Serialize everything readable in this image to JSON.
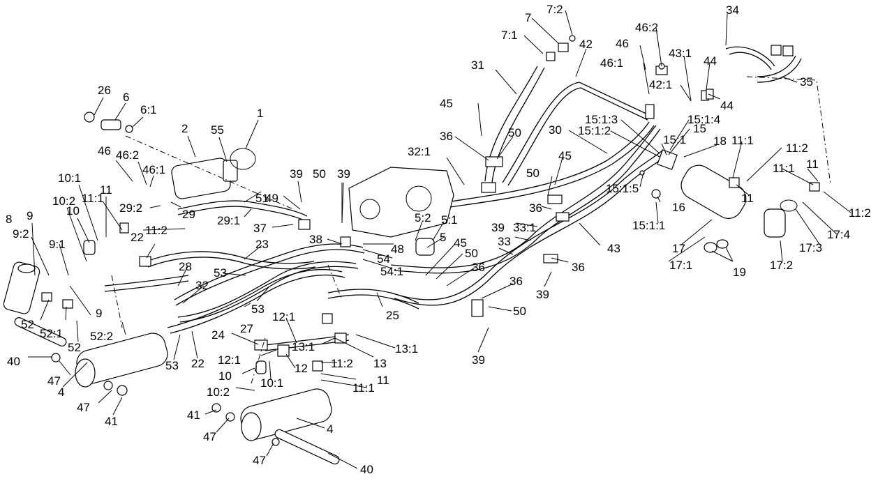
{
  "callouts": [
    {
      "id": "c-1",
      "text": "1"
    },
    {
      "id": "c-2",
      "text": "2"
    },
    {
      "id": "c-55",
      "text": "55"
    },
    {
      "id": "c-26",
      "text": "26"
    },
    {
      "id": "c-6",
      "text": "6"
    },
    {
      "id": "c-6-1",
      "text": "6:1"
    },
    {
      "id": "c-46a",
      "text": "46"
    },
    {
      "id": "c-46-2a",
      "text": "46:2"
    },
    {
      "id": "c-46-1a",
      "text": "46:1"
    },
    {
      "id": "c-29-2",
      "text": "29:2"
    },
    {
      "id": "c-29",
      "text": "29"
    },
    {
      "id": "c-29-1",
      "text": "29:1"
    },
    {
      "id": "c-51",
      "text": "51"
    },
    {
      "id": "c-39a",
      "text": "39"
    },
    {
      "id": "c-49",
      "text": "49"
    },
    {
      "id": "c-37",
      "text": "37"
    },
    {
      "id": "c-50a",
      "text": "50"
    },
    {
      "id": "c-39b",
      "text": "39"
    },
    {
      "id": "c-38",
      "text": "38"
    },
    {
      "id": "c-10-1a",
      "text": "10:1"
    },
    {
      "id": "c-11a",
      "text": "11"
    },
    {
      "id": "c-10-2a",
      "text": "10:2"
    },
    {
      "id": "c-11-1a",
      "text": "11:1"
    },
    {
      "id": "c-9a",
      "text": "9"
    },
    {
      "id": "c-10a",
      "text": "10"
    },
    {
      "id": "c-8",
      "text": "8"
    },
    {
      "id": "c-9-2",
      "text": "9:2"
    },
    {
      "id": "c-9-1",
      "text": "9:1"
    },
    {
      "id": "c-11-2a",
      "text": "11:2"
    },
    {
      "id": "c-22a",
      "text": "22"
    },
    {
      "id": "c-23",
      "text": "23"
    },
    {
      "id": "c-28",
      "text": "28"
    },
    {
      "id": "c-53a",
      "text": "53"
    },
    {
      "id": "c-32",
      "text": "32"
    },
    {
      "id": "c-9b",
      "text": "9"
    },
    {
      "id": "c-52a",
      "text": "52"
    },
    {
      "id": "c-52-1",
      "text": "52:1"
    },
    {
      "id": "c-52b",
      "text": "52"
    },
    {
      "id": "c-52-2",
      "text": "52:2"
    },
    {
      "id": "c-53b",
      "text": "53"
    },
    {
      "id": "c-27",
      "text": "27"
    },
    {
      "id": "c-53c",
      "text": "53"
    },
    {
      "id": "c-22b",
      "text": "22"
    },
    {
      "id": "c-40a",
      "text": "40"
    },
    {
      "id": "c-47a",
      "text": "47"
    },
    {
      "id": "c-4a",
      "text": "4"
    },
    {
      "id": "c-47b",
      "text": "47"
    },
    {
      "id": "c-41a",
      "text": "41"
    },
    {
      "id": "c-24",
      "text": "24"
    },
    {
      "id": "c-12-1a",
      "text": "12:1"
    },
    {
      "id": "c-12-1b",
      "text": "12:1"
    },
    {
      "id": "c-10b",
      "text": "10"
    },
    {
      "id": "c-10-1b",
      "text": "10:1"
    },
    {
      "id": "c-12",
      "text": "12"
    },
    {
      "id": "c-10-2b",
      "text": "10:2"
    },
    {
      "id": "c-13-1a",
      "text": "13:1"
    },
    {
      "id": "c-13",
      "text": "13"
    },
    {
      "id": "c-13-1b",
      "text": "13:1"
    },
    {
      "id": "c-11-2b",
      "text": "11:2"
    },
    {
      "id": "c-11b",
      "text": "11"
    },
    {
      "id": "c-11-1b",
      "text": "11:1"
    },
    {
      "id": "c-41b",
      "text": "41"
    },
    {
      "id": "c-47c",
      "text": "47"
    },
    {
      "id": "c-4b",
      "text": "4"
    },
    {
      "id": "c-47d",
      "text": "47"
    },
    {
      "id": "c-40b",
      "text": "40"
    },
    {
      "id": "c-25",
      "text": "25"
    },
    {
      "id": "c-5-2",
      "text": "5:2"
    },
    {
      "id": "c-5-1",
      "text": "5:1"
    },
    {
      "id": "c-5",
      "text": "5"
    },
    {
      "id": "c-48",
      "text": "48"
    },
    {
      "id": "c-54",
      "text": "54"
    },
    {
      "id": "c-54-1",
      "text": "54:1"
    },
    {
      "id": "c-45a",
      "text": "45"
    },
    {
      "id": "c-50b",
      "text": "50"
    },
    {
      "id": "c-36a",
      "text": "36"
    },
    {
      "id": "c-36b",
      "text": "36"
    },
    {
      "id": "c-50c",
      "text": "50"
    },
    {
      "id": "c-39c",
      "text": "39"
    },
    {
      "id": "c-32-1",
      "text": "32:1"
    },
    {
      "id": "c-36c",
      "text": "36"
    },
    {
      "id": "c-50d",
      "text": "50"
    },
    {
      "id": "c-45b",
      "text": "45"
    },
    {
      "id": "c-31",
      "text": "31"
    },
    {
      "id": "c-7-1",
      "text": "7:1"
    },
    {
      "id": "c-7",
      "text": "7"
    },
    {
      "id": "c-7-2",
      "text": "7:2"
    },
    {
      "id": "c-42",
      "text": "42"
    },
    {
      "id": "c-30",
      "text": "30"
    },
    {
      "id": "c-50e",
      "text": "50"
    },
    {
      "id": "c-45c",
      "text": "45"
    },
    {
      "id": "c-36d",
      "text": "36"
    },
    {
      "id": "c-39d",
      "text": "39"
    },
    {
      "id": "c-33-1",
      "text": "33:1"
    },
    {
      "id": "c-33",
      "text": "33"
    },
    {
      "id": "c-36e",
      "text": "36"
    },
    {
      "id": "c-39e",
      "text": "39"
    },
    {
      "id": "c-43",
      "text": "43"
    },
    {
      "id": "c-46b",
      "text": "46"
    },
    {
      "id": "c-46-2b",
      "text": "46:2"
    },
    {
      "id": "c-46-1b",
      "text": "46:1"
    },
    {
      "id": "c-43-1",
      "text": "43:1"
    },
    {
      "id": "c-42-1",
      "text": "42:1"
    },
    {
      "id": "c-34",
      "text": "34"
    },
    {
      "id": "c-44a",
      "text": "44"
    },
    {
      "id": "c-44b",
      "text": "44"
    },
    {
      "id": "c-35",
      "text": "35"
    },
    {
      "id": "c-15-1-3",
      "text": "15:1:3"
    },
    {
      "id": "c-15-1-2",
      "text": "15:1:2"
    },
    {
      "id": "c-15-1-4",
      "text": "15:1:4"
    },
    {
      "id": "c-15",
      "text": "15"
    },
    {
      "id": "c-15-1",
      "text": "15:1"
    },
    {
      "id": "c-18",
      "text": "18"
    },
    {
      "id": "c-15-1-5",
      "text": "15:1:5"
    },
    {
      "id": "c-16",
      "text": "16"
    },
    {
      "id": "c-15-1-1",
      "text": "15:1:1"
    },
    {
      "id": "c-11-1c",
      "text": "11:1"
    },
    {
      "id": "c-11-2c",
      "text": "11:2"
    },
    {
      "id": "c-11c",
      "text": "11"
    },
    {
      "id": "c-11-1d",
      "text": "11:1"
    },
    {
      "id": "c-11d",
      "text": "11"
    },
    {
      "id": "c-11-2d",
      "text": "11:2"
    },
    {
      "id": "c-17-4",
      "text": "17:4"
    },
    {
      "id": "c-17-3",
      "text": "17:3"
    },
    {
      "id": "c-17",
      "text": "17"
    },
    {
      "id": "c-17-1",
      "text": "17:1"
    },
    {
      "id": "c-17-2",
      "text": "17:2"
    },
    {
      "id": "c-19",
      "text": "19"
    }
  ]
}
